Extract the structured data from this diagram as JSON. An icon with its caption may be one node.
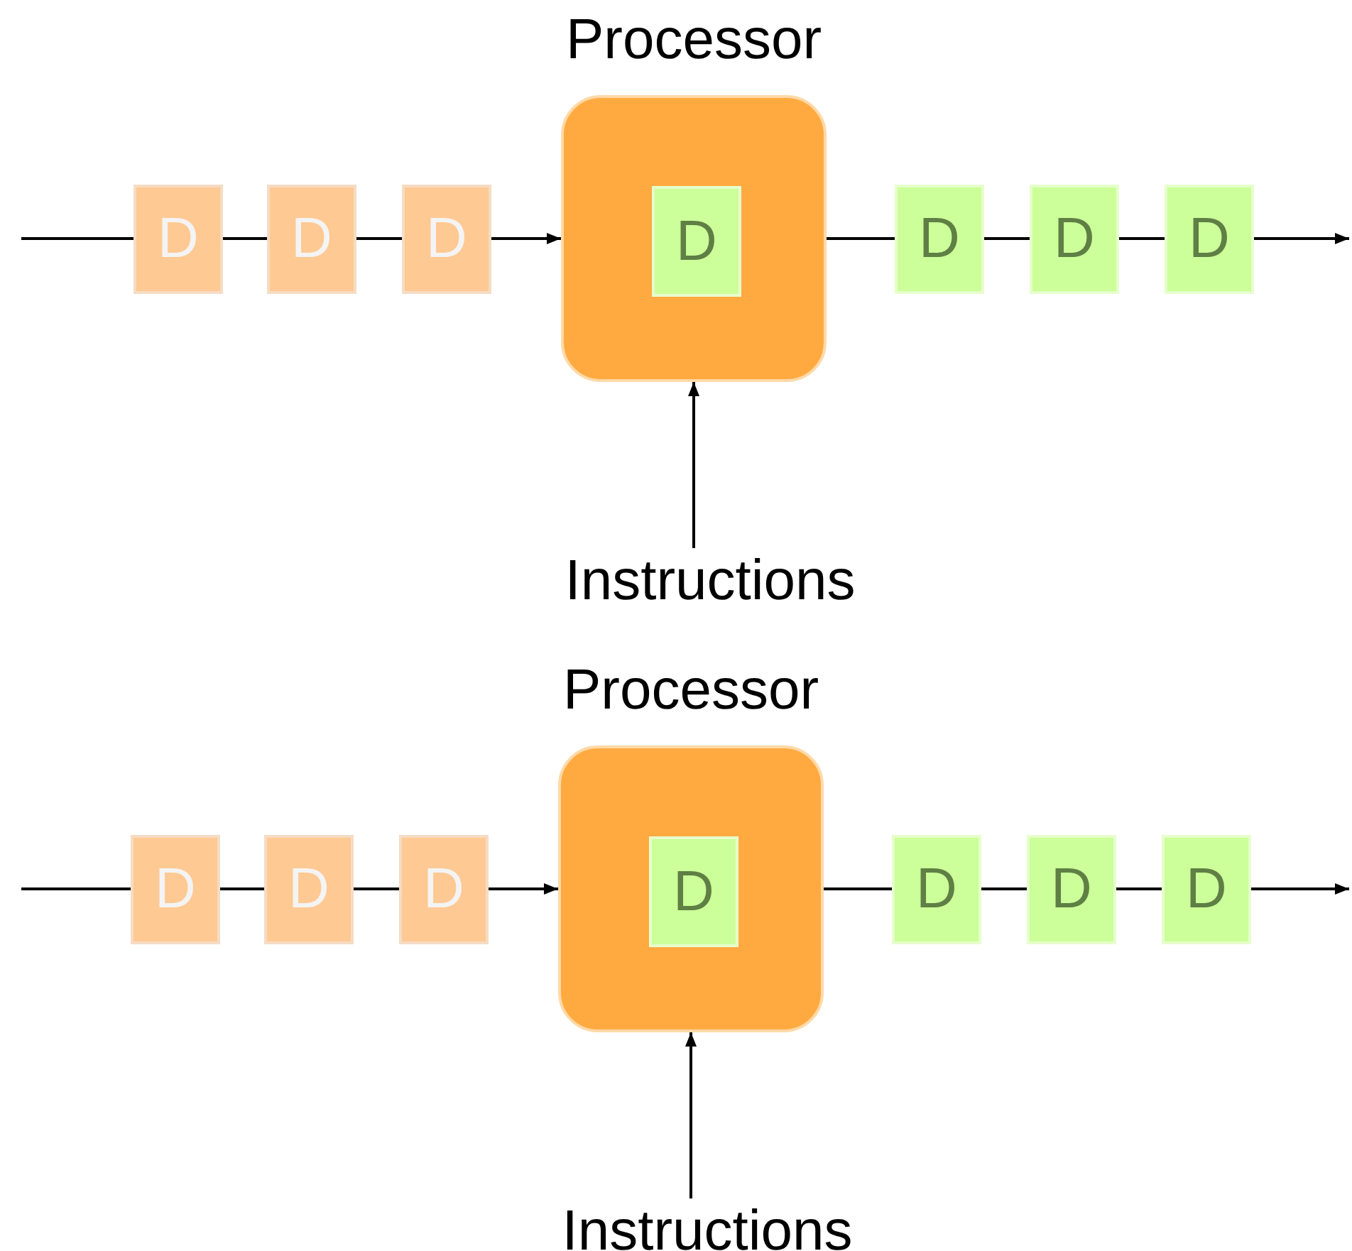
{
  "diagram": {
    "nodes": [
      {
        "text": [
          "D"
        ]
      },
      {
        "text": [
          "D"
        ]
      },
      {
        "text": [
          "D"
        ]
      },
      {
        "text": [
          "Processor"
        ]
      },
      {
        "text": [
          "D"
        ],
        "in": 3
      },
      {
        "text": [
          "D"
        ]
      },
      {
        "text": [
          "D"
        ]
      },
      {
        "text": [
          "D"
        ]
      },
      {
        "text": [
          "Instructions"
        ]
      },
      {
        "text": [
          "D"
        ]
      },
      {
        "text": [
          "D"
        ]
      },
      {
        "text": [
          "D"
        ]
      },
      {
        "text": [
          "Processor"
        ]
      },
      {
        "text": [
          "D"
        ],
        "in": 12
      },
      {
        "text": [
          "D"
        ]
      },
      {
        "text": [
          "D"
        ]
      },
      {
        "text": [
          "D"
        ]
      },
      {
        "text": [
          "Instructions"
        ]
      }
    ],
    "edges": [
      {
        "from": null,
        "to": 0,
        "arrow": "none"
      },
      {
        "from": 0,
        "to": 1,
        "arrow": "none"
      },
      {
        "from": 1,
        "to": 2,
        "arrow": "none"
      },
      {
        "from": 2,
        "to": 3,
        "arrow": "to"
      },
      {
        "from": 3,
        "to": 5,
        "arrow": "none"
      },
      {
        "from": 5,
        "to": 6,
        "arrow": "none"
      },
      {
        "from": 6,
        "to": 7,
        "arrow": "none"
      },
      {
        "from": 7,
        "to": null,
        "arrow": "to"
      },
      {
        "from": 8,
        "to": 3,
        "arrow": "to"
      },
      {
        "from": null,
        "to": 9,
        "arrow": "none"
      },
      {
        "from": 9,
        "to": 10,
        "arrow": "none"
      },
      {
        "from": 10,
        "to": 11,
        "arrow": "none"
      },
      {
        "from": 11,
        "to": 12,
        "arrow": "to"
      },
      {
        "from": 12,
        "to": 14,
        "arrow": "none"
      },
      {
        "from": 14,
        "to": 15,
        "arrow": "none"
      },
      {
        "from": 15,
        "to": 16,
        "arrow": "none"
      },
      {
        "from": 16,
        "to": null,
        "arrow": "to"
      },
      {
        "from": 17,
        "to": 12,
        "arrow": "to"
      }
    ]
  }
}
